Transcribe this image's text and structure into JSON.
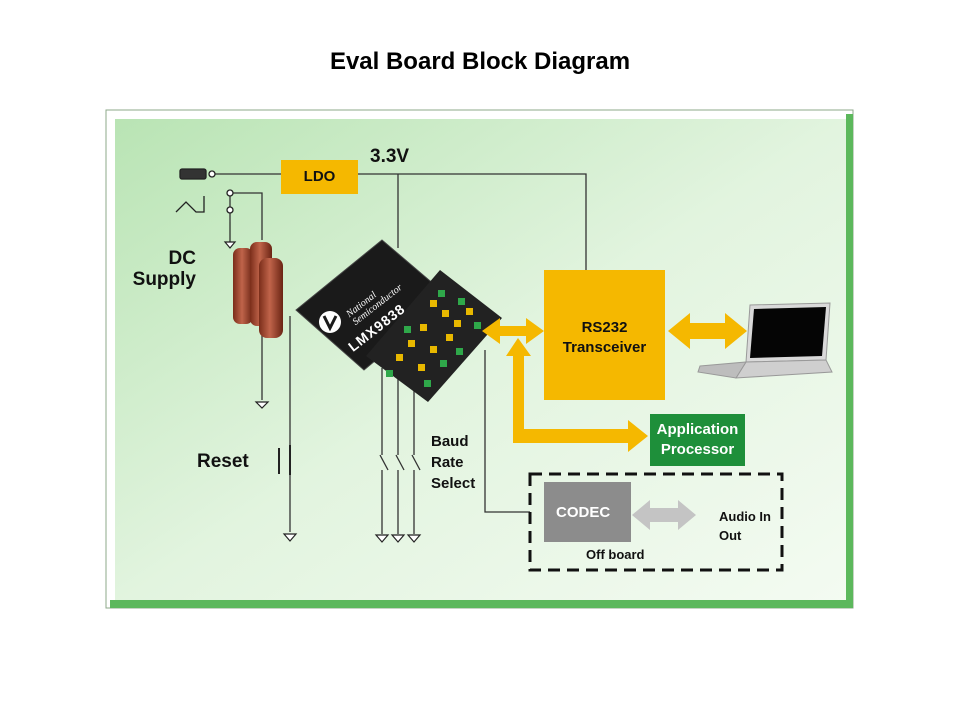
{
  "title": "Eval Board Block Diagram",
  "labels": {
    "ldo": "LDO",
    "voltage": "3.3V",
    "dc_line1": "DC",
    "dc_line2": "Supply",
    "reset": "Reset",
    "rs232_line1": "RS232",
    "rs232_line2": "Transceiver",
    "baud_line1": "Baud",
    "baud_line2": "Rate",
    "baud_line3": "Select",
    "app_line1": "Application",
    "app_line2": "Processor",
    "codec": "CODEC",
    "off_board": "Off board",
    "audio_line1": "Audio In",
    "audio_line2": "Out",
    "chip_brand_line1": "National",
    "chip_brand_line2": "Semiconductor",
    "chip_part": "LMX9838"
  },
  "colors": {
    "board_bg": "#d8f0d4",
    "board_border": "#5cb85c",
    "accent_yellow": "#f5b800",
    "ldo_fill": "#f5b800",
    "app_fill": "#1e8f3a",
    "codec_fill": "#8c8c8c",
    "wire": "#333333"
  },
  "icons": [
    "dc-jack-icon",
    "battery-icon",
    "ground-icon",
    "switch-icon",
    "laptop-icon",
    "chip-icon"
  ]
}
